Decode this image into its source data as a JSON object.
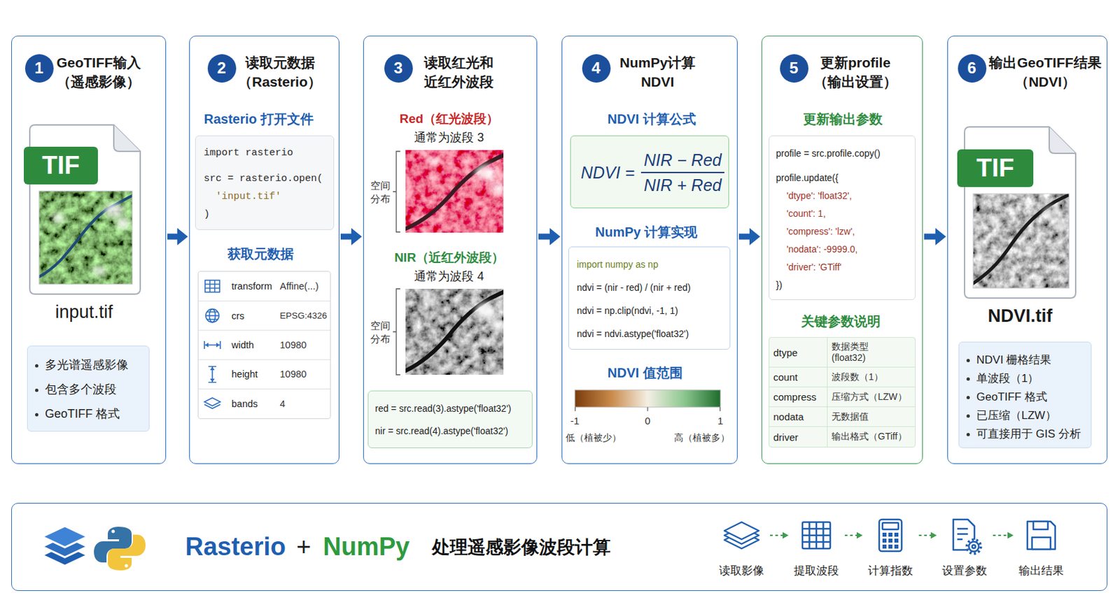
{
  "diagram": {
    "nodes": [
      {
        "text": [
          "GeoTIFF输入 （遥感影像）"
        ]
      },
      {
        "text": [
          "1"
        ],
        "in": 0
      },
      {
        "text": [
          "TIF",
          "input.tif"
        ],
        "in": 0
      },
      {
        "text": [
          "多光谱遥感影像",
          "包含多个波段",
          "GeoTIFF 格式"
        ],
        "in": 0
      },
      {
        "text": [
          "读取元数据 （Rasterio）",
          "Rasterio 打开文件",
          "获取元数据"
        ]
      },
      {
        "text": [
          "2"
        ],
        "in": 4
      },
      {
        "text": [
          "import rasterio",
          "src = rasterio.open(",
          "'input.tif'",
          ")"
        ],
        "in": 4
      },
      {
        "text": [
          "transform",
          "Affine(...)",
          "crs",
          "EPSG:4326",
          "width",
          "10980",
          "height",
          "10980",
          "bands",
          "4"
        ],
        "in": 4
      },
      {
        "text": [
          "读取红光和 近红外波段",
          "Red（红光波段）",
          "通常为波段 3",
          "NIR（近红外波段）",
          "通常为波段 4"
        ]
      },
      {
        "text": [
          "3"
        ],
        "in": 8
      },
      {
        "text": [
          "red = src.read(3).astype('float32')",
          "nir = src.read(4).astype('float32')"
        ],
        "in": 8
      },
      {
        "text": [
          "NumPy计算 NDVI",
          "NDVI 计算公式",
          "NumPy 计算实现",
          "NDVI 值范围"
        ]
      },
      {
        "text": [
          "4"
        ],
        "in": 11
      },
      {
        "text": [
          "NDVI =",
          "NIR − Red",
          "NIR + Red"
        ],
        "in": 11
      },
      {
        "text": [
          "import numpy as np",
          "ndvi = (nir - red) / (nir + red)",
          "ndvi = np.clip(ndvi, -1, 1)",
          "ndvi = ndvi.astype('float32')"
        ],
        "in": 11
      },
      {
        "text": [
          "更新profile （输出设置）",
          "更新输出参数",
          "关键参数说明"
        ]
      },
      {
        "text": [
          "5"
        ],
        "in": 15
      },
      {
        "text": [
          "profile = src.profile.copy()",
          "profile.update({",
          "'dtype': 'float32',",
          "'count': 1,",
          "'compress': 'lzw',",
          "'nodata': -9999.0,",
          "'driver': 'GTiff'",
          "})"
        ],
        "in": 15
      },
      {
        "text": [
          "dtype",
          "数据类型 (float32)",
          "count",
          "波段数（1）",
          "compress",
          "压缩方式（LZW）",
          "nodata",
          "无数据值",
          "driver",
          "输出格式（GTiff）"
        ],
        "in": 15
      },
      {
        "text": [
          "输出GeoTIFF结果 （NDVI）"
        ]
      },
      {
        "text": [
          "6"
        ],
        "in": 19
      },
      {
        "text": [
          "TIF",
          "NDVI.tif"
        ],
        "in": 19
      },
      {
        "text": [
          "NDVI 栅格结果",
          "单波段（1）",
          "GeoTIFF 格式",
          "已压缩（LZW）",
          "可直接用于 GIS 分析"
        ],
        "in": 19
      },
      {
        "text": [
          "Rasterio",
          "+",
          "NumPy",
          "处理遥感影像波段计算"
        ]
      },
      {
        "text": [
          "读取影像"
        ],
        "in": 23
      },
      {
        "text": [
          "提取波段"
        ],
        "in": 23
      },
      {
        "text": [
          "计算指数"
        ],
        "in": 23
      },
      {
        "text": [
          "设置参数"
        ],
        "in": 23
      },
      {
        "text": [
          "输出结果"
        ],
        "in": 23
      }
    ],
    "edges": [
      {
        "from": 0,
        "to": 4,
        "arrow": "to"
      },
      {
        "from": 4,
        "to": 8,
        "arrow": "to"
      },
      {
        "from": 8,
        "to": 11,
        "arrow": "to"
      },
      {
        "from": 11,
        "to": 15,
        "arrow": "to"
      },
      {
        "from": 15,
        "to": 19,
        "arrow": "to"
      },
      {
        "from": 24,
        "to": 25,
        "arrow": "to"
      },
      {
        "from": 25,
        "to": 26,
        "arrow": "to"
      },
      {
        "from": 26,
        "to": 27,
        "arrow": "to"
      },
      {
        "from": 27,
        "to": 28,
        "arrow": "to"
      }
    ],
    "labels": [
      "空间 分布",
      "空间 分布",
      "-1",
      "0",
      "1",
      "低（植被少）",
      "高（植被多）"
    ]
  }
}
